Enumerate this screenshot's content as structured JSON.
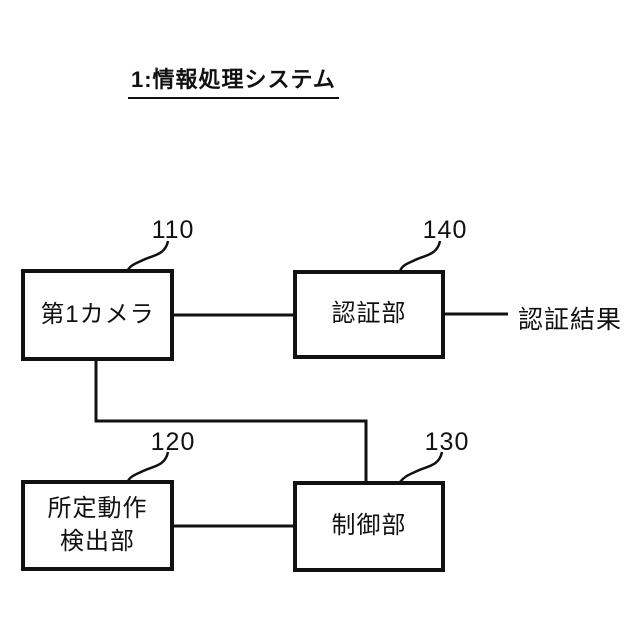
{
  "title": "1:情報処理システム",
  "figure": {
    "boxes": [
      {
        "id": "camera-1",
        "label": "第1カメラ",
        "ref": "110"
      },
      {
        "id": "auth",
        "label": "認証部",
        "ref": "140"
      },
      {
        "id": "motion-detect",
        "label": "所定動作\n検出部",
        "ref": "120"
      },
      {
        "id": "control",
        "label": "制御部",
        "ref": "130"
      }
    ],
    "output_label": "認証結果",
    "connections": [
      "camera-1 — auth",
      "auth — 認証結果",
      "camera-1 — control",
      "motion-detect — control"
    ],
    "colors": {
      "line": "#111111",
      "text": "#111111",
      "background": "#ffffff"
    }
  }
}
